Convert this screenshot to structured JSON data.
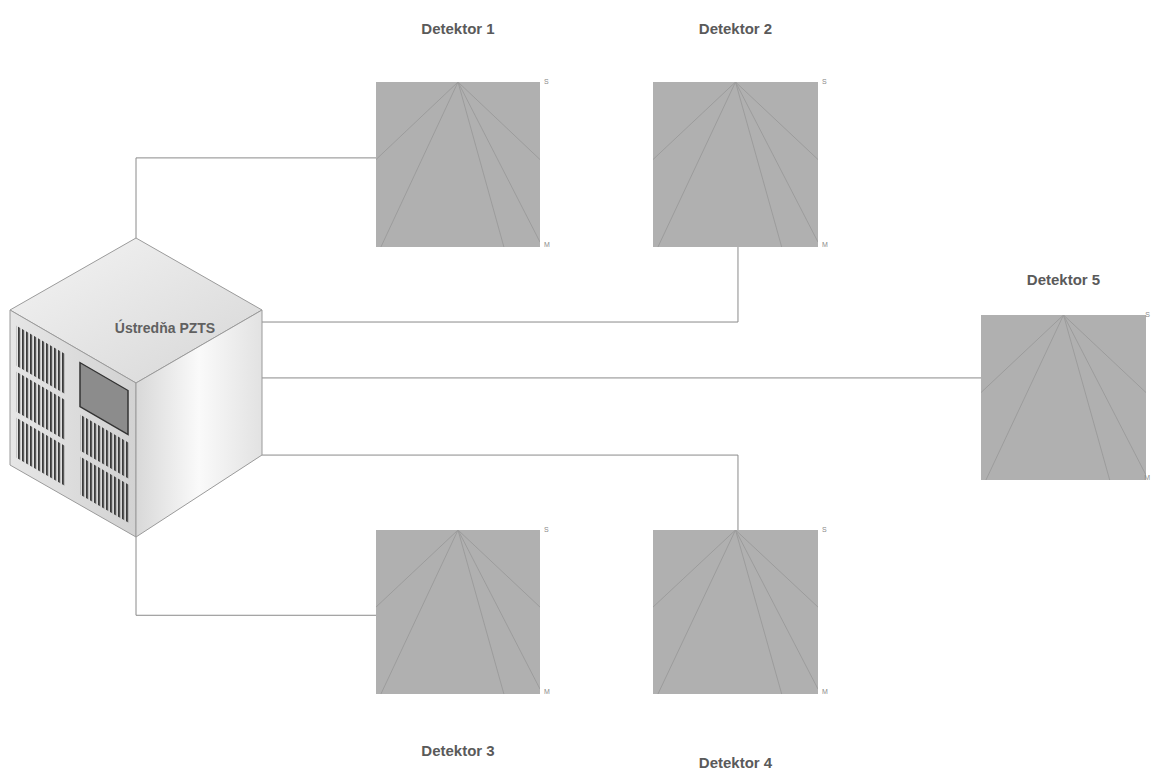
{
  "diagram": {
    "nodes": [
      {
        "text": [
          "Ústredňa PZTS"
        ]
      },
      {
        "text": [
          "Detektor 1"
        ]
      },
      {
        "text": [
          "Detektor 2"
        ]
      },
      {
        "text": [
          "Detektor 5"
        ]
      },
      {
        "text": [
          "Detektor 3"
        ]
      },
      {
        "text": [
          "Detektor 4"
        ]
      }
    ],
    "edges": [
      {
        "from": 0,
        "to": 1,
        "arrow": "none"
      },
      {
        "from": 0,
        "to": 2,
        "arrow": "none"
      },
      {
        "from": 0,
        "to": 3,
        "arrow": "none"
      },
      {
        "from": 0,
        "to": 5,
        "arrow": "none"
      },
      {
        "from": 0,
        "to": 4,
        "arrow": "none"
      }
    ],
    "labels": [
      "S",
      "M",
      "S",
      "M",
      "S",
      "M",
      "S",
      "M",
      "S",
      "M"
    ]
  }
}
